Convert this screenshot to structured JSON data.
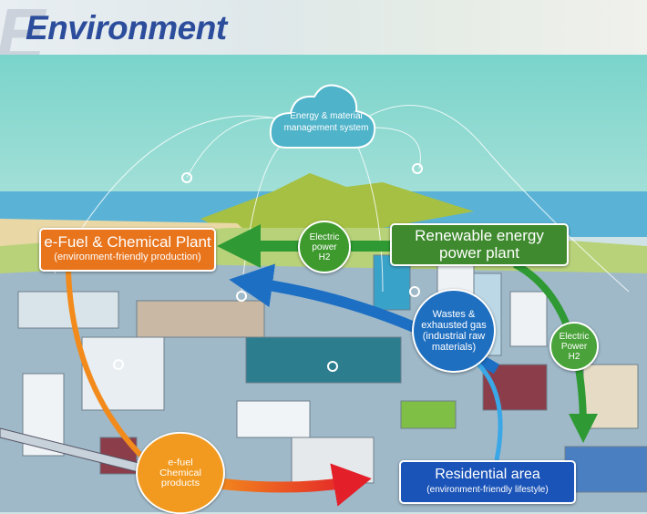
{
  "header": {
    "title": "Environment",
    "watermark_letter": "E"
  },
  "cloud": {
    "text_line1": "Energy & material",
    "text_line2": "management system"
  },
  "efuel_plant": {
    "title": "e-Fuel & Chemical Plant",
    "subtitle": "(environment-friendly production)",
    "color": "#e8741c"
  },
  "renewable_plant": {
    "title_line1": "Renewable energy",
    "title_line2": "power plant",
    "color": "#3f8a2e"
  },
  "electric_power_left": {
    "line1": "Electric",
    "line2": "power",
    "line3": "H2",
    "color": "#3f9a2e"
  },
  "wastes": {
    "line1": "Wastes &",
    "line2": "exhausted gas",
    "line3": "(industrial raw",
    "line4": "materials)",
    "color": "#1f6fc0"
  },
  "electric_power_right": {
    "line1": "Electric",
    "line2": "Power",
    "line3": "H2",
    "color": "#4aa33a"
  },
  "efuel_products": {
    "line1": "e-fuel",
    "line2": "Chemical",
    "line3": "products",
    "color": "#f29a1f"
  },
  "residential": {
    "title": "Residential area",
    "subtitle": "(environment-friendly lifestyle)",
    "color": "#1b54b8"
  },
  "colors": {
    "sky": "#7fd3ca",
    "sea": "#5ab3d6",
    "title": "#2c4c9c",
    "arrow_blue": "#1d6fc4",
    "arrow_red": "#e3202a",
    "arrow_green": "#2f9a33",
    "arrow_orange": "#f28a1c"
  }
}
